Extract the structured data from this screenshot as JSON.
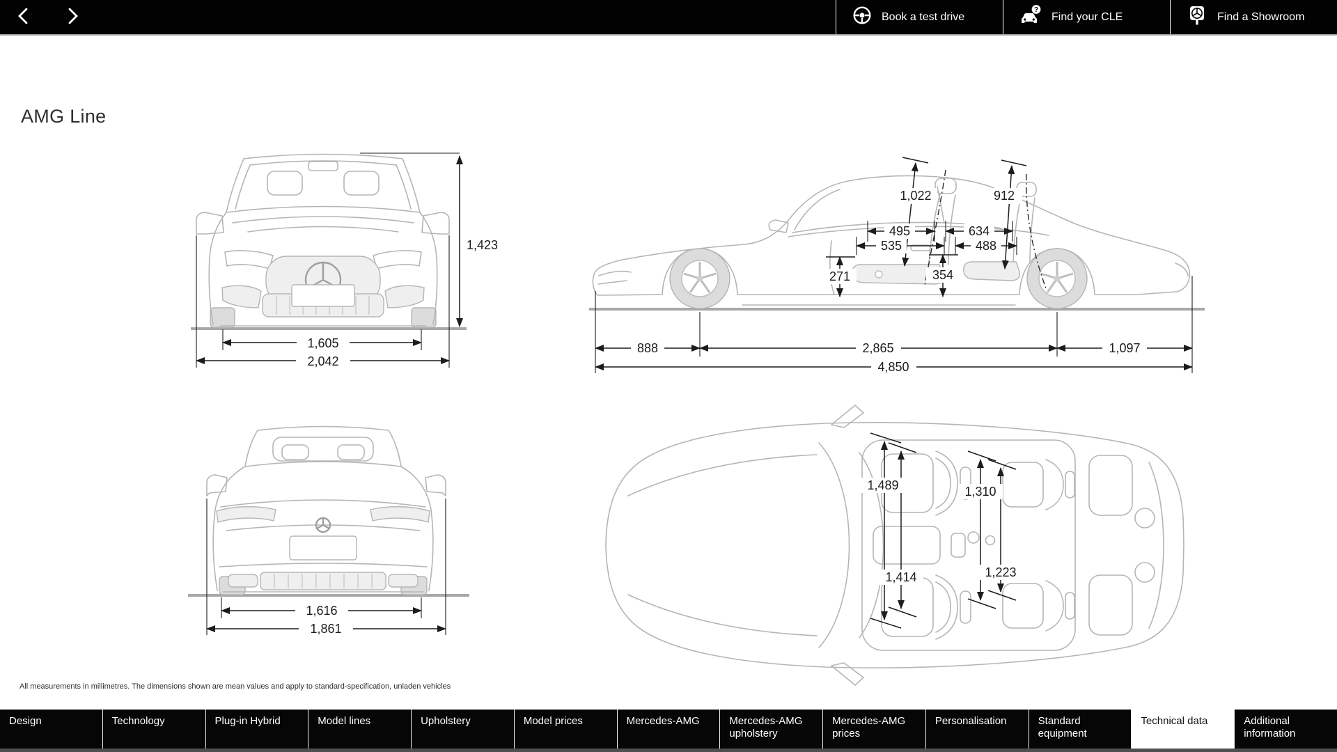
{
  "topbar": {
    "actions": [
      {
        "id": "book-test-drive",
        "label": "Book a test drive",
        "icon": "steering-wheel-icon"
      },
      {
        "id": "find-your-cle",
        "label": "Find your CLE",
        "icon": "car-question-icon",
        "badge": "?"
      },
      {
        "id": "find-a-showroom",
        "label": "Find a Showroom",
        "icon": "showroom-sign-icon"
      }
    ]
  },
  "page": {
    "title": "AMG Line",
    "footnote": "All measurements in millimetres. The dimensions shown are mean values and apply to standard-specification, unladen vehicles",
    "units": "mm"
  },
  "diagrams": {
    "front_view": {
      "overall_height": "1,423",
      "front_track": "1,605",
      "overall_width_incl_mirrors": "2,042"
    },
    "side_view": {
      "headroom_front": "1,022",
      "headroom_rear": "912",
      "legroom_front_upper": "495",
      "legroom_front_lower": "535",
      "legroom_rear_upper": "634",
      "legroom_rear_lower": "488",
      "seat_height_front": "271",
      "seat_height_rear": "354",
      "front_overhang": "888",
      "wheelbase": "2,865",
      "rear_overhang": "1,097",
      "overall_length": "4,850"
    },
    "rear_view": {
      "rear_track": "1,616",
      "body_width": "1,861"
    },
    "top_view": {
      "elbow_room_front": "1,489",
      "shoulder_room_front": "1,414",
      "elbow_room_rear": "1,310",
      "shoulder_room_rear": "1,223"
    }
  },
  "bottom_nav": {
    "tabs": [
      {
        "label": "Design",
        "active": false
      },
      {
        "label": "Technology",
        "active": false
      },
      {
        "label": "Plug-in Hybrid",
        "active": false
      },
      {
        "label": "Model lines",
        "active": false
      },
      {
        "label": "Upholstery",
        "active": false
      },
      {
        "label": "Model prices",
        "active": false
      },
      {
        "label": "Mercedes-AMG",
        "active": false
      },
      {
        "label": "Mercedes-AMG upholstery",
        "active": false
      },
      {
        "label": "Mercedes-AMG prices",
        "active": false
      },
      {
        "label": "Personalisation",
        "active": false
      },
      {
        "label": "Standard equipment",
        "active": false
      },
      {
        "label": "Technical data",
        "active": true
      },
      {
        "label": "Additional information",
        "active": false
      }
    ]
  },
  "colors": {
    "topbar_bg": "#000000",
    "tab_bg": "#060606",
    "active_tab_bg": "#ffffff",
    "drawing_outline": "#b5b5b5",
    "dimension_ink": "#1c1c1c",
    "page_bg": "#ffffff"
  }
}
